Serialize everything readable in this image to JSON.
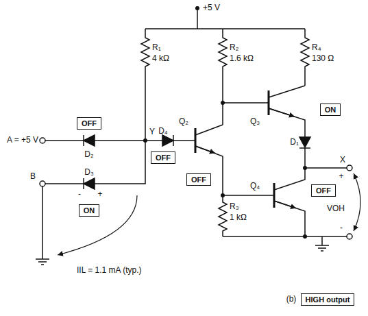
{
  "diagram": {
    "nodes": [
      {
        "text": [
          "OFF"
        ]
      },
      {
        "text": [
          "OFF"
        ]
      },
      {
        "text": [
          "ON"
        ]
      },
      {
        "text": [
          "OFF"
        ]
      },
      {
        "text": [
          "OFF"
        ]
      },
      {
        "text": [
          "ON"
        ]
      },
      {
        "text": [
          "HIGH output"
        ]
      }
    ],
    "labels": [
      "+5 V",
      "R₁",
      "4 kΩ",
      "R₂",
      "1.6 kΩ",
      "R₄",
      "130 Ω",
      "A = +5 V",
      "Y",
      "D₂",
      "D₄",
      "Q₂",
      "Q₃",
      "D₁",
      "X",
      "+",
      "B",
      "D₃",
      "-",
      "+",
      "Q₄",
      "R₃",
      "1 kΩ",
      "-",
      "IIL = 1.1 mA (typ.)",
      "VOH",
      "(b)"
    ]
  }
}
